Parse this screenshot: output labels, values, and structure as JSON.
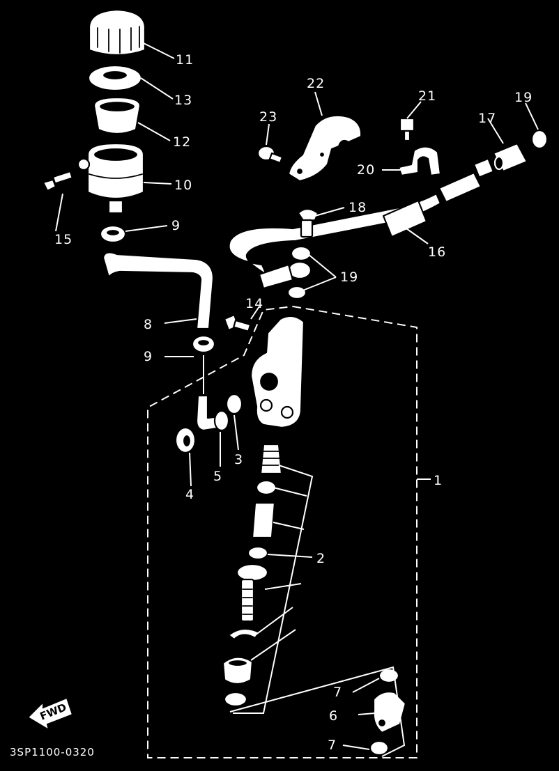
{
  "diagram": {
    "code": "3SP1100-0320",
    "direction_badge": "FWD",
    "callouts": {
      "n1": "1",
      "n2": "2",
      "n3": "3",
      "n4": "4",
      "n5": "5",
      "n6": "6",
      "n7a": "7",
      "n7b": "7",
      "n8": "8",
      "n9a": "9",
      "n9b": "9",
      "n10": "10",
      "n11": "11",
      "n12": "12",
      "n13": "13",
      "n14": "14",
      "n15": "15",
      "n16": "16",
      "n17": "17",
      "n18": "18",
      "n19a": "19",
      "n19b": "19",
      "n20": "20",
      "n21": "21",
      "n22": "22",
      "n23": "23"
    },
    "colors": {
      "background": "#000000",
      "ink": "#ffffff"
    }
  }
}
